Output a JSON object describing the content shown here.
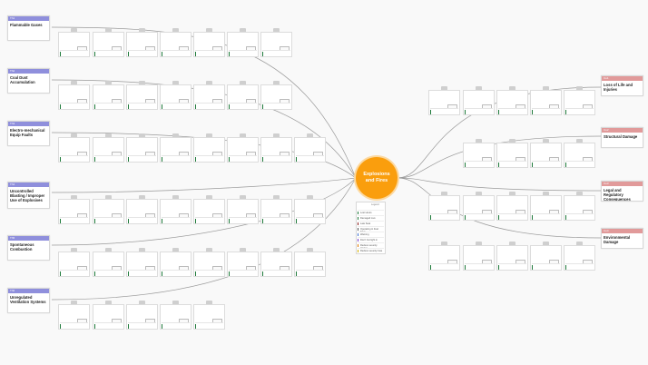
{
  "colors": {
    "threat_header": "#8f8fdc",
    "consequence_header": "#e19a9a",
    "event": "#fa9e0d",
    "barrier_accent": "#1e7a3a",
    "wire": "#9a9a9a"
  },
  "top_event": {
    "label": "Explosions and Fires"
  },
  "threats": [
    {
      "id": "Th1",
      "title": "Flammable Gases"
    },
    {
      "id": "Th2",
      "title": "Coal Dust Accumulation"
    },
    {
      "id": "Th3",
      "title": "Electro-mechanical Equip Faults"
    },
    {
      "id": "Th4",
      "title": "Uncontrolled Blasting / Improper Use of Explosives"
    },
    {
      "id": "Th5",
      "title": "Spontaneous Combustion"
    },
    {
      "id": "Th6",
      "title": "Unregulated Ventilation Systems"
    }
  ],
  "consequences": [
    {
      "id": "Co1",
      "title": "Loss of Life and Injuries"
    },
    {
      "id": "Co2",
      "title": "Structural Damage"
    },
    {
      "id": "Co3",
      "title": "Legal and Regulatory Consequences"
    },
    {
      "id": "Co4",
      "title": "Environmental Damage"
    }
  ],
  "barrier_labels": {
    "status_adequate": "Adequate",
    "status_inadequate": "Inadequate",
    "status_effective": "Effective",
    "status_ok": "OK"
  },
  "legend": {
    "title": "Legend",
    "items": [
      "Lost Hours",
      "Damaged Live",
      "Late Seat",
      "Operating in Fuel Slots",
      "Warning",
      "Don't Cut light in",
      "Reduce severity Hazmr",
      "Reduce severity fuse"
    ]
  }
}
